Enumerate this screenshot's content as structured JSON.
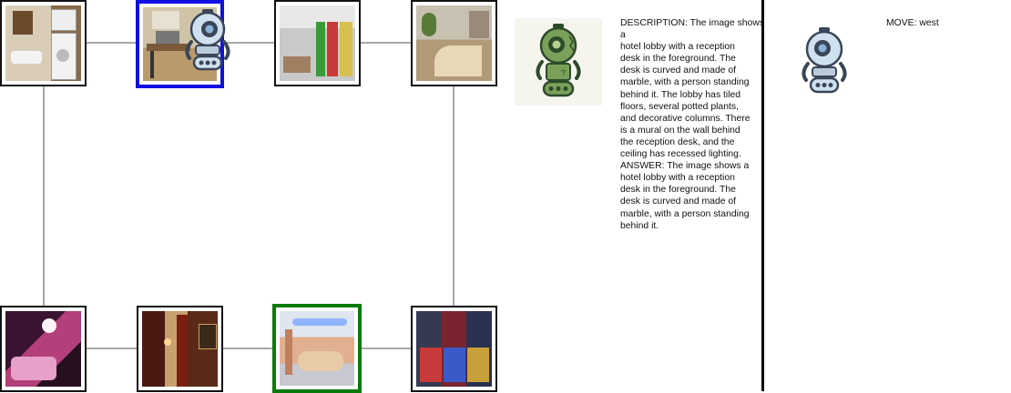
{
  "grid": {
    "nodes": [
      {
        "id": "n00",
        "scene": "bathroom-laundry",
        "icon": "room-photo",
        "state": "normal"
      },
      {
        "id": "n01",
        "scene": "office-desk",
        "icon": "room-photo",
        "state": "current"
      },
      {
        "id": "n02",
        "scene": "retail-store",
        "icon": "room-photo",
        "state": "normal"
      },
      {
        "id": "n03",
        "scene": "hotel-lobby-reception",
        "icon": "room-photo",
        "state": "normal"
      },
      {
        "id": "n10",
        "scene": "nightclub-pink",
        "icon": "room-photo",
        "state": "normal"
      },
      {
        "id": "n11",
        "scene": "hallway-lamp",
        "icon": "room-photo",
        "state": "normal"
      },
      {
        "id": "n12",
        "scene": "hotel-lobby-rotunda",
        "icon": "room-photo",
        "state": "target"
      },
      {
        "id": "n13",
        "scene": "pinball-arcade",
        "icon": "room-photo",
        "state": "normal"
      }
    ],
    "colors": {
      "current": "#1010e0",
      "target": "#0a7a0a",
      "edge": "#8a8a8a"
    }
  },
  "agent_icon": "robot-icon",
  "observer_icon": "robot-green-icon",
  "text": {
    "description": "DESCRIPTION: The image shows a\nhotel lobby with a reception\ndesk in the foreground. The\ndesk is curved and made of\nmarble, with a person standing\nbehind it. The lobby has tiled\nfloors, several potted plants,\nand decorative columns. There\nis a mural on the wall behind\nthe reception desk, and the\nceiling has recessed lighting.\nANSWER: The image shows a\nhotel lobby with a reception\ndesk in the foreground. The\ndesk is curved and made of\nmarble, with a person standing\nbehind it.",
    "move": "MOVE: west"
  }
}
